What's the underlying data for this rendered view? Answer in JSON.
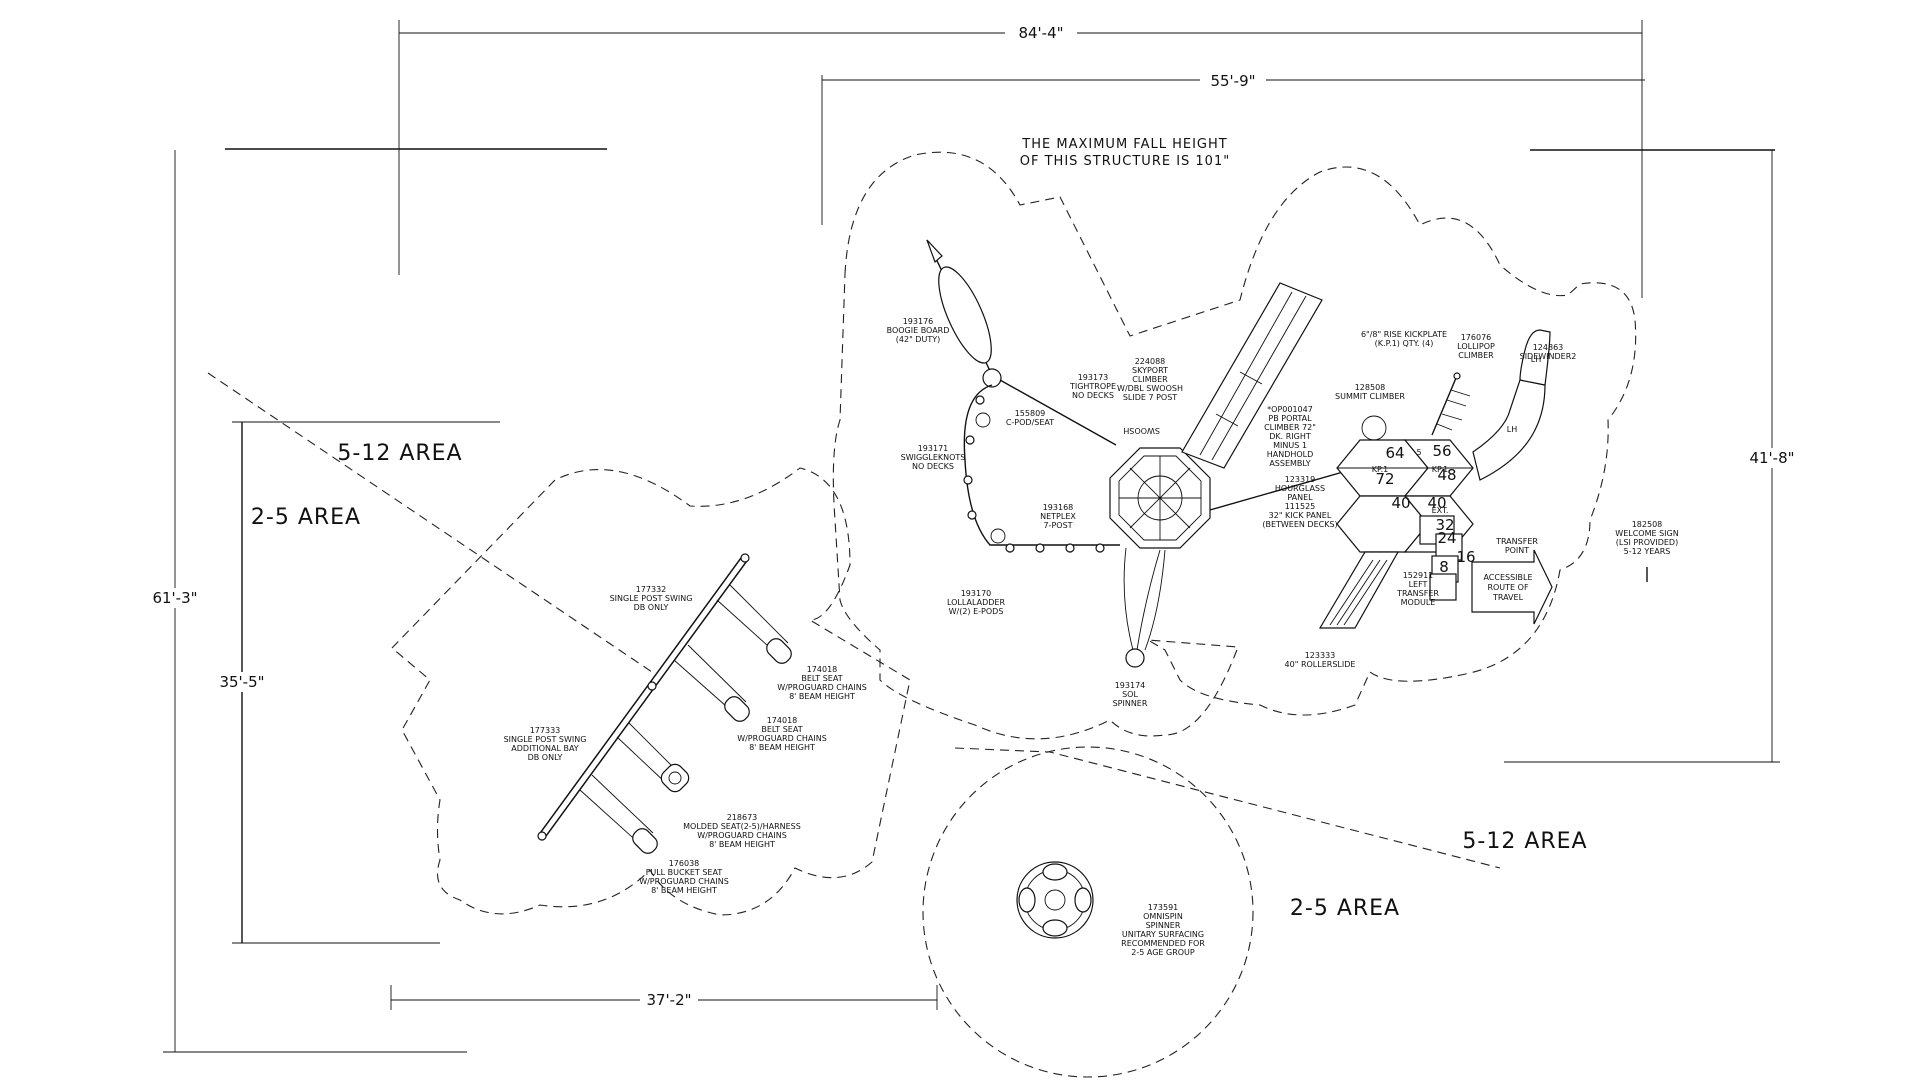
{
  "dimensions": {
    "overall_width": "84'-4\"",
    "structure_width": "55'-9\"",
    "overall_height": "61'-3\"",
    "swing_height": "35'-5\"",
    "structure_height": "41'-8\"",
    "swing_width": "37'-2\""
  },
  "areas": {
    "left_upper": "5-12 AREA",
    "left_lower": "2-5 AREA",
    "right_upper": "5-12 AREA",
    "right_lower": "2-5 AREA"
  },
  "fall_height_note": [
    "THE MAXIMUM FALL HEIGHT",
    "OF THIS STRUCTURE IS 101\""
  ],
  "labels": {
    "boogie_board": [
      "193176",
      "BOOGIE BOARD",
      "(42\" DUTY)"
    ],
    "tightrope": [
      "193173",
      "TIGHTROPE",
      "NO DECKS"
    ],
    "skyport": [
      "224088",
      "SKYPORT",
      "CLIMBER",
      "W/DBL SWOOSH",
      "SLIDE 7 POST"
    ],
    "c_pod": [
      "155809",
      "C-POD/SEAT"
    ],
    "swigglesknots": [
      "193171",
      "SWIGGLEKNOTS",
      "NO DECKS"
    ],
    "netplex": [
      "193168",
      "NETPLEX",
      "7-POST"
    ],
    "lollaladder": [
      "193170",
      "LOLLALADDER",
      "W/(2) E-PODS"
    ],
    "spinner": [
      "193174",
      "SOL",
      "SPINNER"
    ],
    "portal_climber": [
      "*OP001047",
      "PB PORTAL",
      "CLIMBER 72\"",
      "DK. RIGHT",
      "MINUS 1",
      "HANDHOLD",
      "ASSEMBLY"
    ],
    "hourglass": [
      "123319",
      "HOURGLASS",
      "PANEL",
      "111525",
      "32\" KICK PANEL",
      "(BETWEEN DECKS)"
    ],
    "kickplate": [
      "6\"/8\" RISE KICKPLATE",
      "(K.P.1) QTY. (4)"
    ],
    "lollipop": [
      "176076",
      "LOLLIPOP",
      "CLIMBER"
    ],
    "sidewinder": [
      "124863",
      "SIDEWINDER2"
    ],
    "summit": [
      "128508",
      "SUMMIT CLIMBER"
    ],
    "transfer_module": [
      "152911",
      "LEFT",
      "TRANSFER",
      "MODULE"
    ],
    "rollerslide": [
      "123333",
      "40\" ROLLERSLIDE"
    ],
    "transfer_point": [
      "TRANSFER",
      "POINT"
    ],
    "accessible_route": [
      "ACCESSIBLE",
      "ROUTE OF",
      "TRAVEL"
    ],
    "welcome_sign": [
      "182508",
      "WELCOME SIGN",
      "(LSI PROVIDED)",
      "5-12 YEARS"
    ],
    "single_post_swing_top": [
      "177332",
      "SINGLE POST SWING",
      "DB ONLY"
    ],
    "belt_seat_1": [
      "174018",
      "BELT SEAT",
      "W/PROGUARD CHAINS",
      "8' BEAM HEIGHT"
    ],
    "belt_seat_2": [
      "174018",
      "BELT SEAT",
      "W/PROGUARD CHAINS",
      "8' BEAM HEIGHT"
    ],
    "single_post_swing_add": [
      "177333",
      "SINGLE POST SWING",
      "ADDITIONAL BAY",
      "DB ONLY"
    ],
    "molded_seat": [
      "218673",
      "MOLDED SEAT(2-5)/HARNESS",
      "W/PROGUARD CHAINS",
      "8' BEAM HEIGHT"
    ],
    "full_bucket": [
      "176038",
      "FULL BUCKET SEAT",
      "W/PROGUARD CHAINS",
      "8' BEAM HEIGHT"
    ],
    "omnispin": [
      "173591",
      "OMNISPIN",
      "SPINNER",
      "UNITARY SURFACING",
      "RECOMMENDED FOR",
      "2-5 AGE GROUP"
    ]
  },
  "slide_labels": {
    "skyport_slide": "SWOOSH",
    "lh_1": "LH",
    "lh_2": "LH"
  },
  "deck_heights": [
    "64",
    "56",
    "72",
    "48",
    "40",
    "40",
    "32",
    "24",
    "16",
    "8"
  ],
  "deck_small": [
    "5",
    "EXT.",
    "KP.1",
    "KP.1"
  ]
}
